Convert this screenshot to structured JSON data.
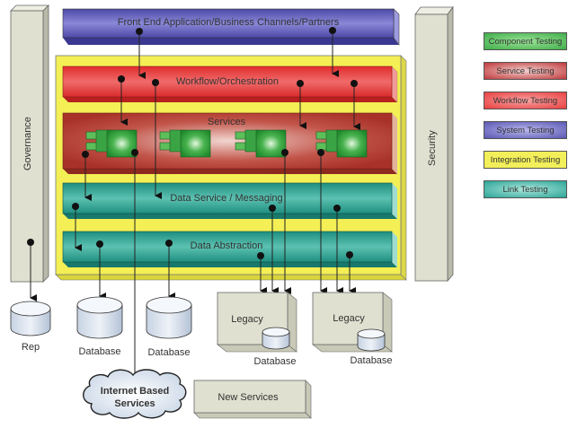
{
  "layers": {
    "front_end": "Front End Application/Business Channels/Partners",
    "workflow": "Workflow/Orchestration",
    "services": "Services",
    "data_service": "Data Service / Messaging",
    "data_abstraction": "Data Abstraction",
    "governance": "Governance",
    "security": "Security"
  },
  "stores": {
    "rep": "Rep",
    "database_1": "Database",
    "database_2": "Database",
    "legacy_1": "Legacy",
    "legacy_1_db": "Database",
    "legacy_2": "Legacy",
    "legacy_2_db": "Database",
    "internet_line1": "Internet Based",
    "internet_line2": "Services",
    "new_services": "New Services"
  },
  "legend": [
    {
      "label": "Component Testing",
      "color": "#3fae49"
    },
    {
      "label": "Service Testing",
      "color": "#c0393b"
    },
    {
      "label": "Workflow Testing",
      "color": "#e8403f"
    },
    {
      "label": "System Testing",
      "color": "#5a57b3"
    },
    {
      "label": "Integration Testing",
      "color": "#f2ef5a"
    },
    {
      "label": "Link Testing",
      "color": "#2aa596"
    }
  ],
  "colors": {
    "front_end": "#5a57b3",
    "workflow": "#e53b3b",
    "services": "#b8402f",
    "component": "#2f9e3c",
    "data": "#2a9d8c",
    "integration": "#f3ef55",
    "pillar": "#dfe0cf"
  }
}
